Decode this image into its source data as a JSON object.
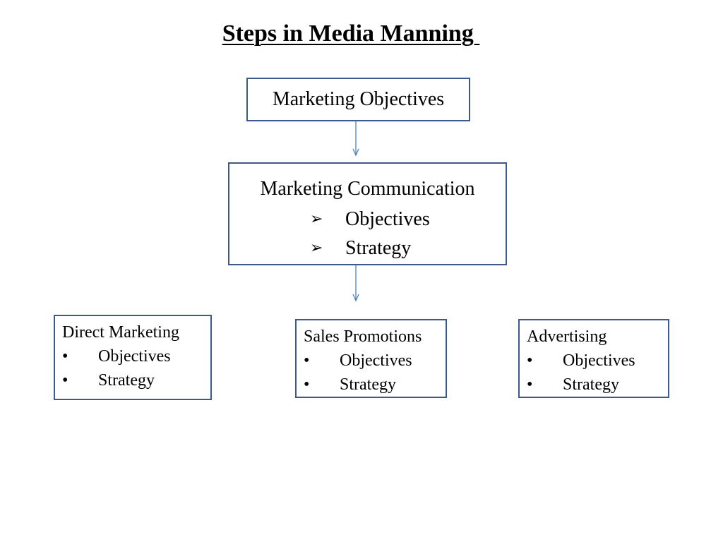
{
  "title": "Steps in Media Manning ",
  "top_box": {
    "label": "Marketing Objectives"
  },
  "comm_box": {
    "title": "Marketing Communication",
    "items": [
      "Objectives",
      "Strategy"
    ],
    "bullet": "➢"
  },
  "channel_boxes": {
    "direct": {
      "title": "Direct Marketing",
      "items": [
        "Objectives",
        "Strategy"
      ]
    },
    "sales": {
      "title": "Sales Promotions",
      "items": [
        "Objectives",
        "Strategy"
      ]
    },
    "advertising": {
      "title": "Advertising",
      "items": [
        "Objectives",
        "Strategy"
      ]
    }
  },
  "bullet_dot": "•",
  "colors": {
    "box_border": "#3b5b8c",
    "arrow": "#4f81bd",
    "text": "#000000"
  }
}
